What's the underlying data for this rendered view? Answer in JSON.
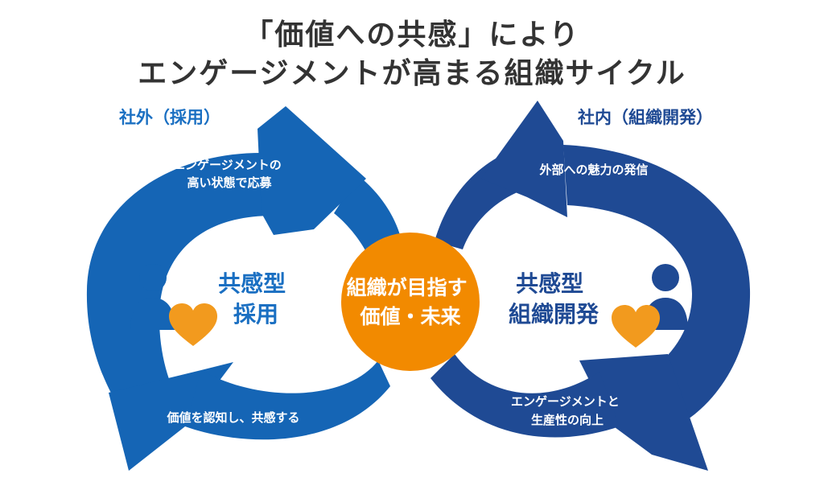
{
  "title": {
    "line1": "「価値への共感」により",
    "line2": "エンゲージメントが高まる組織サイクル"
  },
  "colors": {
    "left_loop": "#1565b5",
    "right_loop": "#1f4a94",
    "center": "#f28a00",
    "heart": "#f29a1e",
    "text_dark": "#333333",
    "label_left": "#1a6fc2",
    "label_right": "#1f4a94"
  },
  "left": {
    "section_label": "社外（採用）",
    "arrow_top": [
      "エンゲージメントの",
      "高い状態で応募"
    ],
    "arrow_bottom": "価値を認知し、共感する",
    "center_label": [
      "共感型",
      "採用"
    ]
  },
  "right": {
    "section_label": "社内（組織開発）",
    "arrow_top": "外部への魅力の発信",
    "arrow_bottom": [
      "エンゲージメントと",
      "生産性の向上"
    ],
    "center_label": [
      "共感型",
      "組織開発"
    ]
  },
  "center": {
    "label": [
      "組織が目指す",
      "価値・未来"
    ]
  }
}
